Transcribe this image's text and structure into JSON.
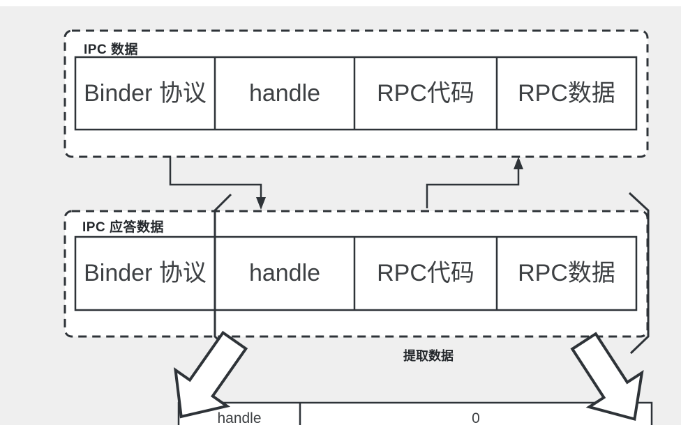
{
  "palette": {
    "canvas_bg": "#efefef",
    "top_strip": "#ffffff",
    "line_color": "#2e3338",
    "box_fill": "#ffffff",
    "cell_text_color": "#3d4043",
    "label_text_color": "#24282c"
  },
  "ipc_data_box": {
    "label": "IPC 数据",
    "cells": [
      "Binder 协议",
      "handle",
      "RPC代码",
      "RPC数据"
    ]
  },
  "ipc_reply_box": {
    "label": "IPC 应答数据",
    "cells": [
      "Binder 协议",
      "handle",
      "RPC代码",
      "RPC数据"
    ]
  },
  "extract": {
    "label": "提取数据"
  },
  "result_table": {
    "handle_label": "handle",
    "value": "0"
  }
}
